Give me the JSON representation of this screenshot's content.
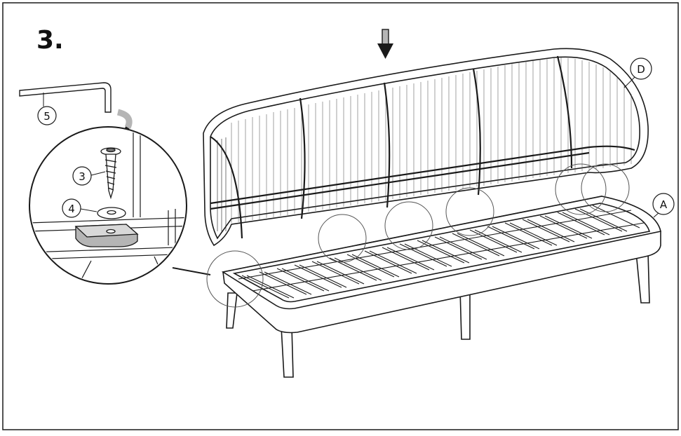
{
  "step": {
    "number": "3."
  },
  "callouts": [
    {
      "id": "label-5",
      "text": "5"
    },
    {
      "id": "label-3",
      "text": "3"
    },
    {
      "id": "label-4",
      "text": "4"
    },
    {
      "id": "label-d",
      "text": "D"
    },
    {
      "id": "label-a",
      "text": "A"
    }
  ],
  "colors": {
    "line": "#1a1a1a",
    "arrow_gray": "#b5b5b5",
    "background": "#ffffff"
  },
  "icons": [
    "down-arrow-icon",
    "rotate-arrow-icon",
    "allen-key-icon",
    "screw-icon",
    "washer-icon",
    "bracket-icon"
  ]
}
